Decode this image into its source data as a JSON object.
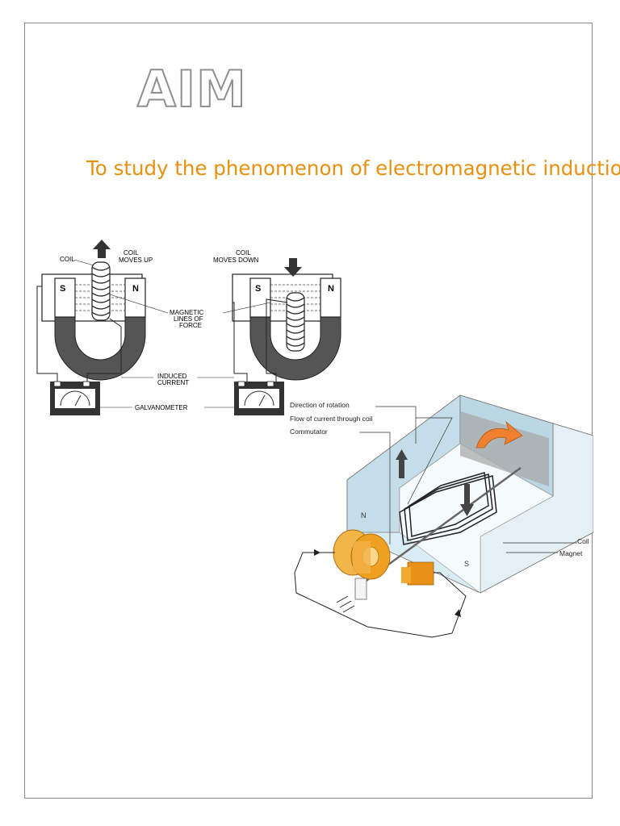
{
  "page": {
    "title": "AIM",
    "subtitle": "To study the phenomenon of electromagnetic induction"
  },
  "induction_diagram": {
    "coil_label": "COIL",
    "coil_up_label_1": "COIL",
    "coil_up_label_2": "MOVES UP",
    "coil_down_label_1": "COIL",
    "coil_down_label_2": "MOVES DOWN",
    "pole_s": "S",
    "pole_n": "N",
    "field_label_1": "MAGNETIC",
    "field_label_2": "LINES OF",
    "field_label_3": "FORCE",
    "current_label_1": "INDUCED",
    "current_label_2": "CURRENT",
    "meter_label": "GALVANOMETER"
  },
  "generator_diagram": {
    "direction_label": "Direction of rotation",
    "flow_label": "Flow of current through coil",
    "commutator_label": "Commutator",
    "coil_label": "Coil",
    "magnet_label": "Magnet",
    "pole_n": "N",
    "pole_s": "S"
  },
  "colors": {
    "subtitle": "#e8900f",
    "magnet_dark": "#555555",
    "generator_magnet": "#cfe4ee",
    "commutator": "#f0a020",
    "rotation_arrow": "#ee8030"
  }
}
